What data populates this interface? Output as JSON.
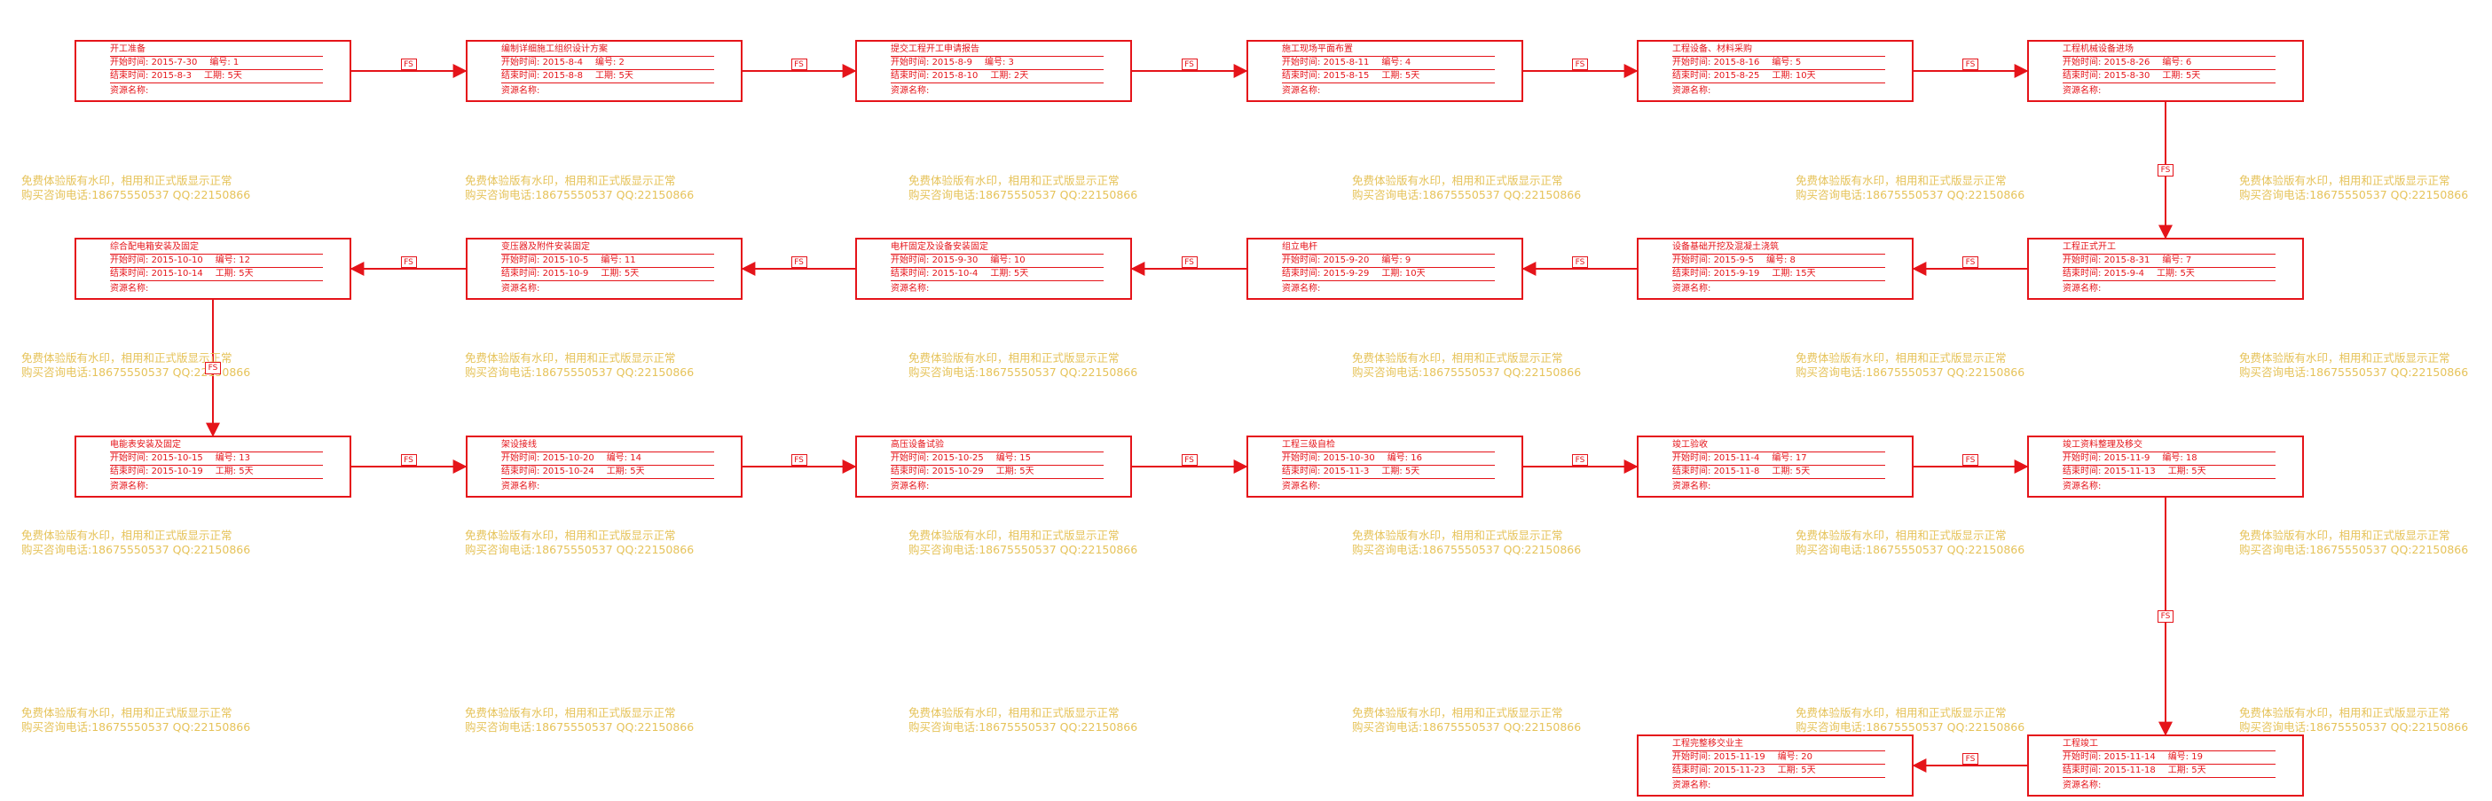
{
  "labels": {
    "start": "开始时间:",
    "end": "结束时间:",
    "id": "编号:",
    "duration": "工期:",
    "resource": "资源名称:"
  },
  "link_type": "FS",
  "watermark": {
    "line1": "免费体验版有水印，相用和正式版显示正常",
    "line2": "购买咨询电话:18675550537 QQ:22150866"
  },
  "tasks": [
    {
      "id": "1",
      "name": "开工准备",
      "start": "2015-7-30",
      "end": "2015-8-3",
      "duration": "5天"
    },
    {
      "id": "2",
      "name": "编制详细施工组织设计方案",
      "start": "2015-8-4",
      "end": "2015-8-8",
      "duration": "5天"
    },
    {
      "id": "3",
      "name": "提交工程开工申请报告",
      "start": "2015-8-9",
      "end": "2015-8-10",
      "duration": "2天"
    },
    {
      "id": "4",
      "name": "施工现场平面布置",
      "start": "2015-8-11",
      "end": "2015-8-15",
      "duration": "5天"
    },
    {
      "id": "5",
      "name": "工程设备、材料采购",
      "start": "2015-8-16",
      "end": "2015-8-25",
      "duration": "10天"
    },
    {
      "id": "6",
      "name": "工程机械设备进场",
      "start": "2015-8-26",
      "end": "2015-8-30",
      "duration": "5天"
    },
    {
      "id": "7",
      "name": "工程正式开工",
      "start": "2015-8-31",
      "end": "2015-9-4",
      "duration": "5天"
    },
    {
      "id": "8",
      "name": "设备基础开挖及混凝土浇筑",
      "start": "2015-9-5",
      "end": "2015-9-19",
      "duration": "15天"
    },
    {
      "id": "9",
      "name": "组立电杆",
      "start": "2015-9-20",
      "end": "2015-9-29",
      "duration": "10天"
    },
    {
      "id": "10",
      "name": "电杆固定及设备安装固定",
      "start": "2015-9-30",
      "end": "2015-10-4",
      "duration": "5天"
    },
    {
      "id": "11",
      "name": "变压器及附件安装固定",
      "start": "2015-10-5",
      "end": "2015-10-9",
      "duration": "5天"
    },
    {
      "id": "12",
      "name": "综合配电箱安装及固定",
      "start": "2015-10-10",
      "end": "2015-10-14",
      "duration": "5天"
    },
    {
      "id": "13",
      "name": "电能表安装及固定",
      "start": "2015-10-15",
      "end": "2015-10-19",
      "duration": "5天"
    },
    {
      "id": "14",
      "name": "架设接线",
      "start": "2015-10-20",
      "end": "2015-10-24",
      "duration": "5天"
    },
    {
      "id": "15",
      "name": "高压设备试验",
      "start": "2015-10-25",
      "end": "2015-10-29",
      "duration": "5天"
    },
    {
      "id": "16",
      "name": "工程三级自检",
      "start": "2015-10-30",
      "end": "2015-11-3",
      "duration": "5天"
    },
    {
      "id": "17",
      "name": "竣工验收",
      "start": "2015-11-4",
      "end": "2015-11-8",
      "duration": "5天"
    },
    {
      "id": "18",
      "name": "竣工资料整理及移交",
      "start": "2015-11-9",
      "end": "2015-11-13",
      "duration": "5天"
    },
    {
      "id": "19",
      "name": "工程竣工",
      "start": "2015-11-14",
      "end": "2015-11-18",
      "duration": "5天"
    },
    {
      "id": "20",
      "name": "工程完整移交业主",
      "start": "2015-11-19",
      "end": "2015-11-23",
      "duration": "5天"
    }
  ]
}
